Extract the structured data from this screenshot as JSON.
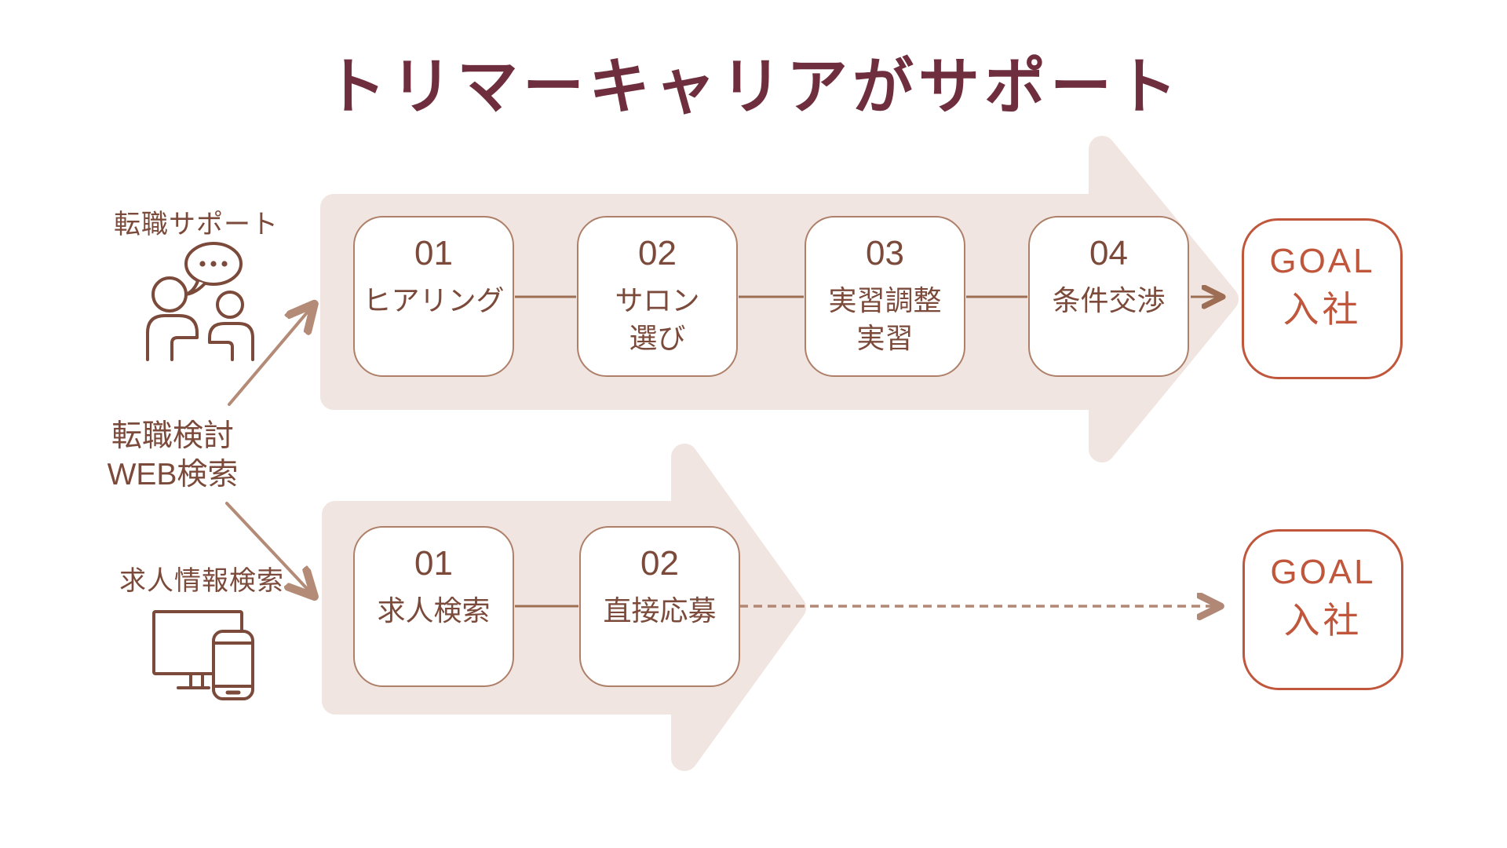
{
  "title": "トリマーキャリアがサポート",
  "source": {
    "line1": "転職検討",
    "line2": "WEB検索"
  },
  "paths": {
    "support": {
      "label": "転職サポート",
      "icon": "conversation-icon",
      "steps": [
        {
          "number": "01",
          "lines": [
            "ヒアリング"
          ]
        },
        {
          "number": "02",
          "lines": [
            "サロン",
            "選び"
          ]
        },
        {
          "number": "03",
          "lines": [
            "実習調整",
            "実習"
          ]
        },
        {
          "number": "04",
          "lines": [
            "条件交渉"
          ]
        }
      ],
      "goal": {
        "title": "GOAL",
        "label": "入社"
      }
    },
    "direct": {
      "label": "求人情報検索",
      "icon": "devices-icon",
      "steps": [
        {
          "number": "01",
          "lines": [
            "求人検索"
          ]
        },
        {
          "number": "02",
          "lines": [
            "直接応募"
          ]
        }
      ],
      "goal": {
        "title": "GOAL",
        "label": "入社"
      }
    }
  },
  "colors": {
    "title": "#6F2E3D",
    "text_brown": "#7B4A3A",
    "box_border": "#AE8069",
    "arrow_fill": "#F0E5E0",
    "connector_line": "#9D6E54",
    "diagonal_line": "#B38B77",
    "dashed_line": "#B18876",
    "goal_accent": "#C0573C",
    "background": "#FFFFFF"
  }
}
